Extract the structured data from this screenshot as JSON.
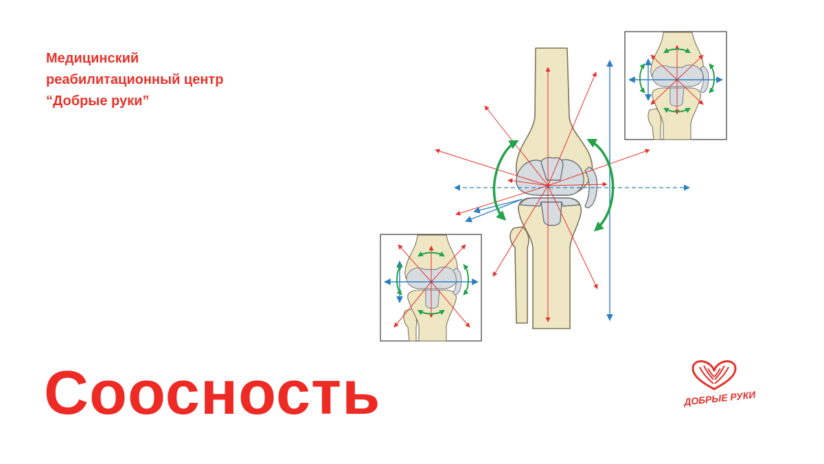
{
  "org": {
    "lines": [
      "Медицинский",
      "реабилитационный центр",
      "“Добрые руки”"
    ]
  },
  "title": "Соосность",
  "logo": {
    "text": "ДОБРЫЕ РУКИ",
    "icon": "heart-hands-icon"
  },
  "diagram": {
    "main_icon": "knee-joint-icon",
    "inset_icons": [
      "knee-joint-inset-top-icon",
      "knee-joint-inset-bottom-icon"
    ]
  },
  "colors": {
    "brand_red": "#ee2a24",
    "arrow_red": "#e4322b",
    "arrow_blue": "#2b7fc1",
    "arrow_green": "#23a24a",
    "bone": "#efe7c4",
    "cartilage": "#d7dce0"
  }
}
